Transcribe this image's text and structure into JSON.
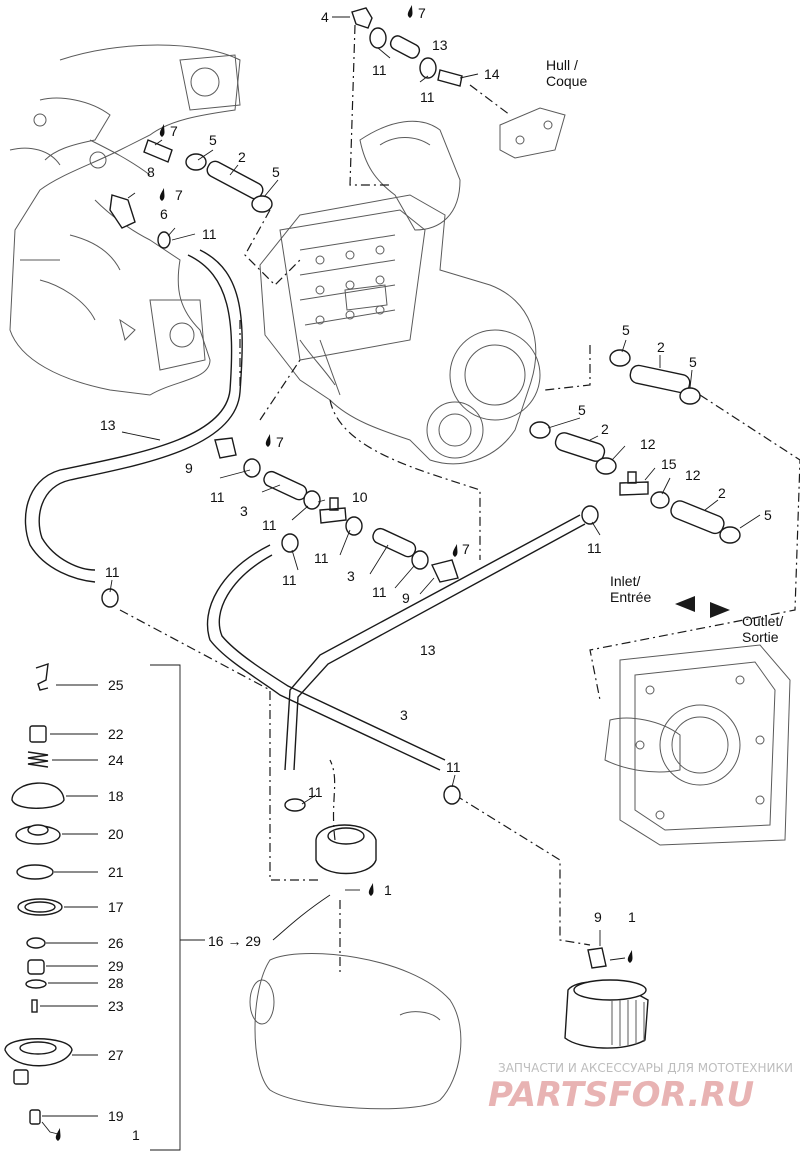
{
  "callouts": [
    {
      "id": "c4",
      "text": "4"
    },
    {
      "id": "c7a",
      "text": "7"
    },
    {
      "id": "c13a",
      "text": "13"
    },
    {
      "id": "c11a",
      "text": "11"
    },
    {
      "id": "c14",
      "text": "14"
    },
    {
      "id": "c11b",
      "text": "11"
    },
    {
      "id": "c7b",
      "text": "7"
    },
    {
      "id": "c5a",
      "text": "5"
    },
    {
      "id": "c8",
      "text": "8"
    },
    {
      "id": "c2a",
      "text": "2"
    },
    {
      "id": "c5b",
      "text": "5"
    },
    {
      "id": "c7c",
      "text": "7"
    },
    {
      "id": "c6",
      "text": "6"
    },
    {
      "id": "c11c",
      "text": "11"
    },
    {
      "id": "c5c",
      "text": "5"
    },
    {
      "id": "c2b",
      "text": "2"
    },
    {
      "id": "c5d",
      "text": "5"
    },
    {
      "id": "c13b",
      "text": "13"
    },
    {
      "id": "c5e",
      "text": "5"
    },
    {
      "id": "c2c",
      "text": "2"
    },
    {
      "id": "c7d",
      "text": "7"
    },
    {
      "id": "c9a",
      "text": "9"
    },
    {
      "id": "c12a",
      "text": "12"
    },
    {
      "id": "c15",
      "text": "15"
    },
    {
      "id": "c11d",
      "text": "11"
    },
    {
      "id": "c12b",
      "text": "12"
    },
    {
      "id": "c3a",
      "text": "3"
    },
    {
      "id": "c10",
      "text": "10"
    },
    {
      "id": "c2d",
      "text": "2"
    },
    {
      "id": "c11e",
      "text": "11"
    },
    {
      "id": "c5f",
      "text": "5"
    },
    {
      "id": "c11f",
      "text": "11"
    },
    {
      "id": "c11g",
      "text": "11"
    },
    {
      "id": "c7e",
      "text": "7"
    },
    {
      "id": "c3b",
      "text": "3"
    },
    {
      "id": "c11h",
      "text": "11"
    },
    {
      "id": "c11i",
      "text": "11"
    },
    {
      "id": "c9b",
      "text": "9"
    },
    {
      "id": "c11j",
      "text": "11"
    },
    {
      "id": "c13c",
      "text": "13"
    },
    {
      "id": "c25",
      "text": "25"
    },
    {
      "id": "c3c",
      "text": "3"
    },
    {
      "id": "c22",
      "text": "22"
    },
    {
      "id": "c24",
      "text": "24"
    },
    {
      "id": "c11k",
      "text": "11"
    },
    {
      "id": "c18",
      "text": "18"
    },
    {
      "id": "c11l",
      "text": "11"
    },
    {
      "id": "c20",
      "text": "20"
    },
    {
      "id": "c21",
      "text": "21"
    },
    {
      "id": "c1a",
      "text": "1"
    },
    {
      "id": "c17",
      "text": "17"
    },
    {
      "id": "c9c",
      "text": "9"
    },
    {
      "id": "c1b",
      "text": "1"
    },
    {
      "id": "c26",
      "text": "26"
    },
    {
      "id": "c1629",
      "text": "16 → 29"
    },
    {
      "id": "c29",
      "text": "29"
    },
    {
      "id": "c28",
      "text": "28"
    },
    {
      "id": "c23",
      "text": "23"
    },
    {
      "id": "c27",
      "text": "27"
    },
    {
      "id": "c19",
      "text": "19"
    },
    {
      "id": "c1c",
      "text": "1"
    }
  ],
  "labels": {
    "hull": "Hull /",
    "coque": "Coque",
    "inlet": "Inlet/",
    "entree": "Entrée",
    "outlet": "Outlet/",
    "sortie": "Sortie"
  },
  "watermark": {
    "tagline": "ЗАПЧАСТИ И АКСЕССУАРЫ ДЛЯ МОТОТЕХНИКИ",
    "brand": "PARTSFOR.RU"
  },
  "colors": {
    "line": "#1a1a1a",
    "watermark_text": "#bdbdbd",
    "watermark_brand": "#e8b3b3"
  }
}
